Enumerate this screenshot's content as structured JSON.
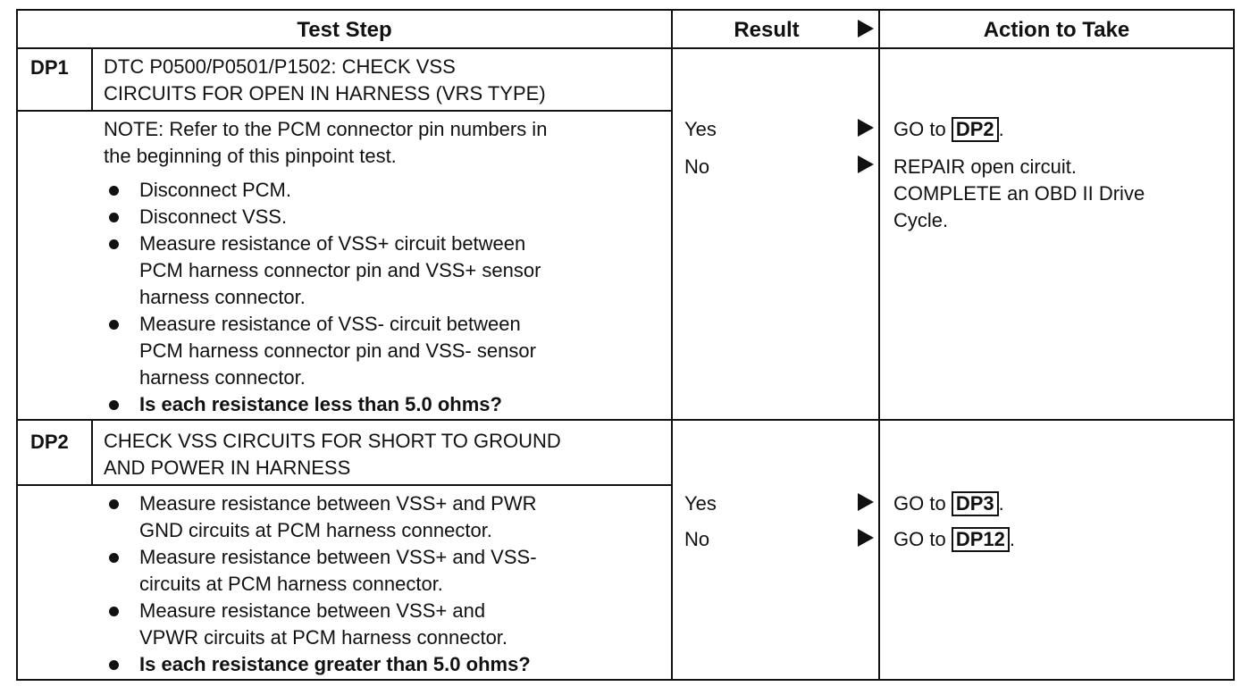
{
  "header": {
    "test_step": "Test Step",
    "result": "Result",
    "action": "Action to Take"
  },
  "dp1": {
    "id": "DP1",
    "title_l1": "DTC P0500/P0501/P1502: CHECK VSS",
    "title_l2": "CIRCUITS FOR OPEN IN HARNESS (VRS TYPE)",
    "note_l1": "NOTE: Refer to the PCM connector pin numbers in",
    "note_l2": "the beginning of this pinpoint test.",
    "b1": "Disconnect PCM.",
    "b2": "Disconnect VSS.",
    "b3_l1": "Measure resistance of VSS+ circuit between",
    "b3_l2": "PCM harness connector pin and VSS+ sensor",
    "b3_l3": "harness connector.",
    "b4_l1": "Measure resistance of VSS- circuit between",
    "b4_l2": "PCM harness connector pin and VSS- sensor",
    "b4_l3": "harness connector.",
    "b5": "Is each resistance less than 5.0 ohms?",
    "yes": "Yes",
    "no": "No",
    "action_yes_prefix": "GO to",
    "action_yes_ref": "DP2",
    "action_yes_suffix": ".",
    "action_no_l1": "REPAIR open circuit.",
    "action_no_l2": "COMPLETE an OBD II Drive",
    "action_no_l3": "Cycle."
  },
  "dp2": {
    "id": "DP2",
    "title_l1": "CHECK VSS CIRCUITS FOR SHORT TO GROUND",
    "title_l2": "AND POWER IN HARNESS",
    "b1_l1": "Measure resistance between VSS+ and PWR",
    "b1_l2": "GND circuits at PCM harness connector.",
    "b2_l1": "Measure resistance between VSS+ and VSS-",
    "b2_l2": "circuits at PCM harness connector.",
    "b3_l1": "Measure resistance between VSS+ and",
    "b3_l2": "VPWR circuits at PCM harness connector.",
    "b4": "Is each resistance greater than 5.0 ohms?",
    "yes": "Yes",
    "no": "No",
    "action_yes_prefix": "GO to",
    "action_yes_ref": "DP3",
    "action_yes_suffix": ".",
    "action_no_prefix": "GO to",
    "action_no_ref": "DP12",
    "action_no_suffix": "."
  }
}
